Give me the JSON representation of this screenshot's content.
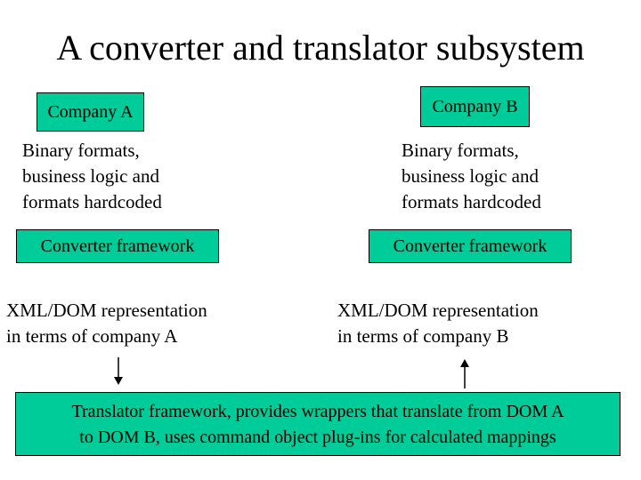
{
  "slide": {
    "title": "A converter and translator subsystem",
    "company_a": {
      "label": "Company A",
      "description": "Binary formats,\nbusiness logic and\nformats hardcoded",
      "converter": "Converter framework",
      "representation": "XML/DOM representation\nin terms of company A"
    },
    "company_b": {
      "label": "Company B",
      "description": "Binary formats,\nbusiness logic and\nformats hardcoded",
      "converter": "Converter framework",
      "representation": "XML/DOM representation\nin terms of company B"
    },
    "translator": "Translator framework, provides wrappers that translate from DOM A\nto DOM B, uses command object plug-ins for calculated mappings",
    "colors": {
      "box_fill": "#00cc99",
      "text": "#000000",
      "background": "#ffffff"
    }
  }
}
